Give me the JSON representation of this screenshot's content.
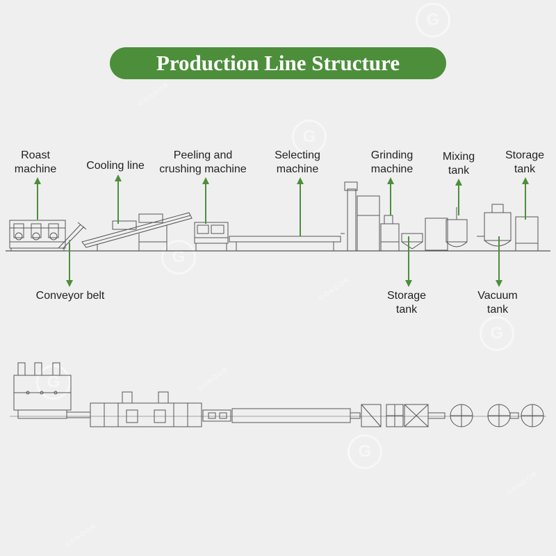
{
  "title": "Production Line Structure",
  "colors": {
    "title_bg": "#4d8e3b",
    "arrow": "#4d8e3b",
    "line": "#555555",
    "background": "#efefef"
  },
  "labels_top": {
    "roast_line1": "Roast",
    "roast_line2": "machine",
    "cooling": "Cooling line",
    "peeling_line1": "Peeling and",
    "peeling_line2": "crushing machine",
    "selecting_line1": "Selecting",
    "selecting_line2": "machine",
    "grinding_line1": "Grinding",
    "grinding_line2": "machine",
    "mixing_line1": "Mixing",
    "mixing_line2": "tank",
    "storage_top_line1": "Storage",
    "storage_top_line2": "tank"
  },
  "labels_bottom": {
    "conveyor": "Conveyor belt",
    "storage_bottom_line1": "Storage",
    "storage_bottom_line2": "tank",
    "vacuum_line1": "Vacuum",
    "vacuum_line2": "tank"
  },
  "watermark": {
    "letter": "G",
    "brand": "GONDOR"
  }
}
